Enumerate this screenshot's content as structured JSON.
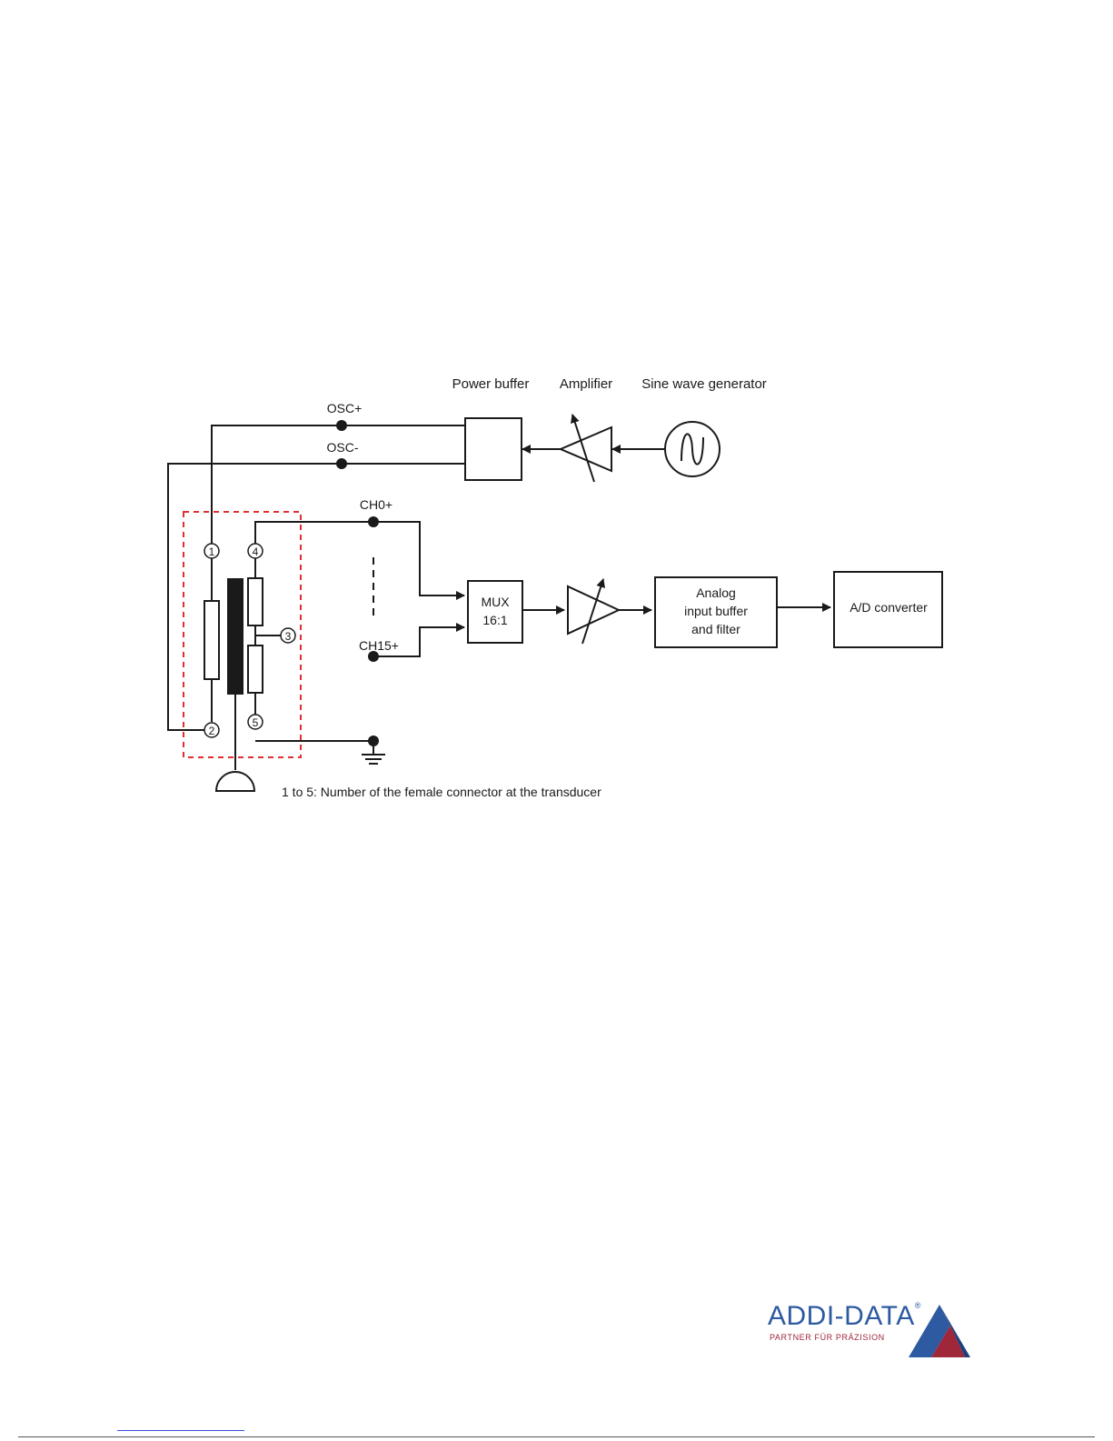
{
  "labels": {
    "power_buffer": "Power buffer",
    "amplifier": "Amplifier",
    "sine_wave_generator": "Sine wave generator",
    "osc_plus": "OSC+",
    "osc_minus": "OSC-",
    "ch0_plus": "CH0+",
    "ch15_plus": "CH15+",
    "mux_line1": "MUX",
    "mux_line2": "16:1",
    "analog_line1": "Analog",
    "analog_line2": "input buffer",
    "analog_line3": "and filter",
    "ad_converter": "A/D converter",
    "pin1": "1",
    "pin2": "2",
    "pin3": "3",
    "pin4": "4",
    "pin5": "5",
    "legend_note": "1 to 5: Number of the female connector at the transducer"
  },
  "logo": {
    "name": "ADDI-DATA",
    "registered": "®",
    "tagline": "PARTNER FÜR PRÄZISION",
    "color_blue": "#2d5aa0",
    "color_red": "#a0263a"
  },
  "colors": {
    "line": "#1a1a1a",
    "transducer_outline": "#e03030"
  }
}
